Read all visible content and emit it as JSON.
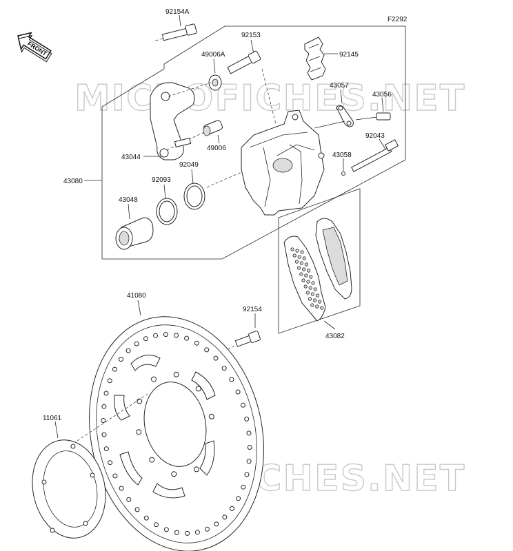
{
  "figure_code": "F2292",
  "front_arrow_text": "FRONT",
  "watermark": "MICROFICHES.NET",
  "parts": {
    "p92154A": "92154A",
    "p92153": "92153",
    "p49006A": "49006A",
    "p92145": "92145",
    "p43057": "43057",
    "p43056": "43056",
    "p92043": "92043",
    "p43058": "43058",
    "p43044": "43044",
    "p49006": "49006",
    "p92049": "92049",
    "p92093": "92093",
    "p43080": "43080",
    "p43048": "43048",
    "p41080": "41080",
    "p92154": "92154",
    "p43082": "43082",
    "p11061": "11061"
  }
}
